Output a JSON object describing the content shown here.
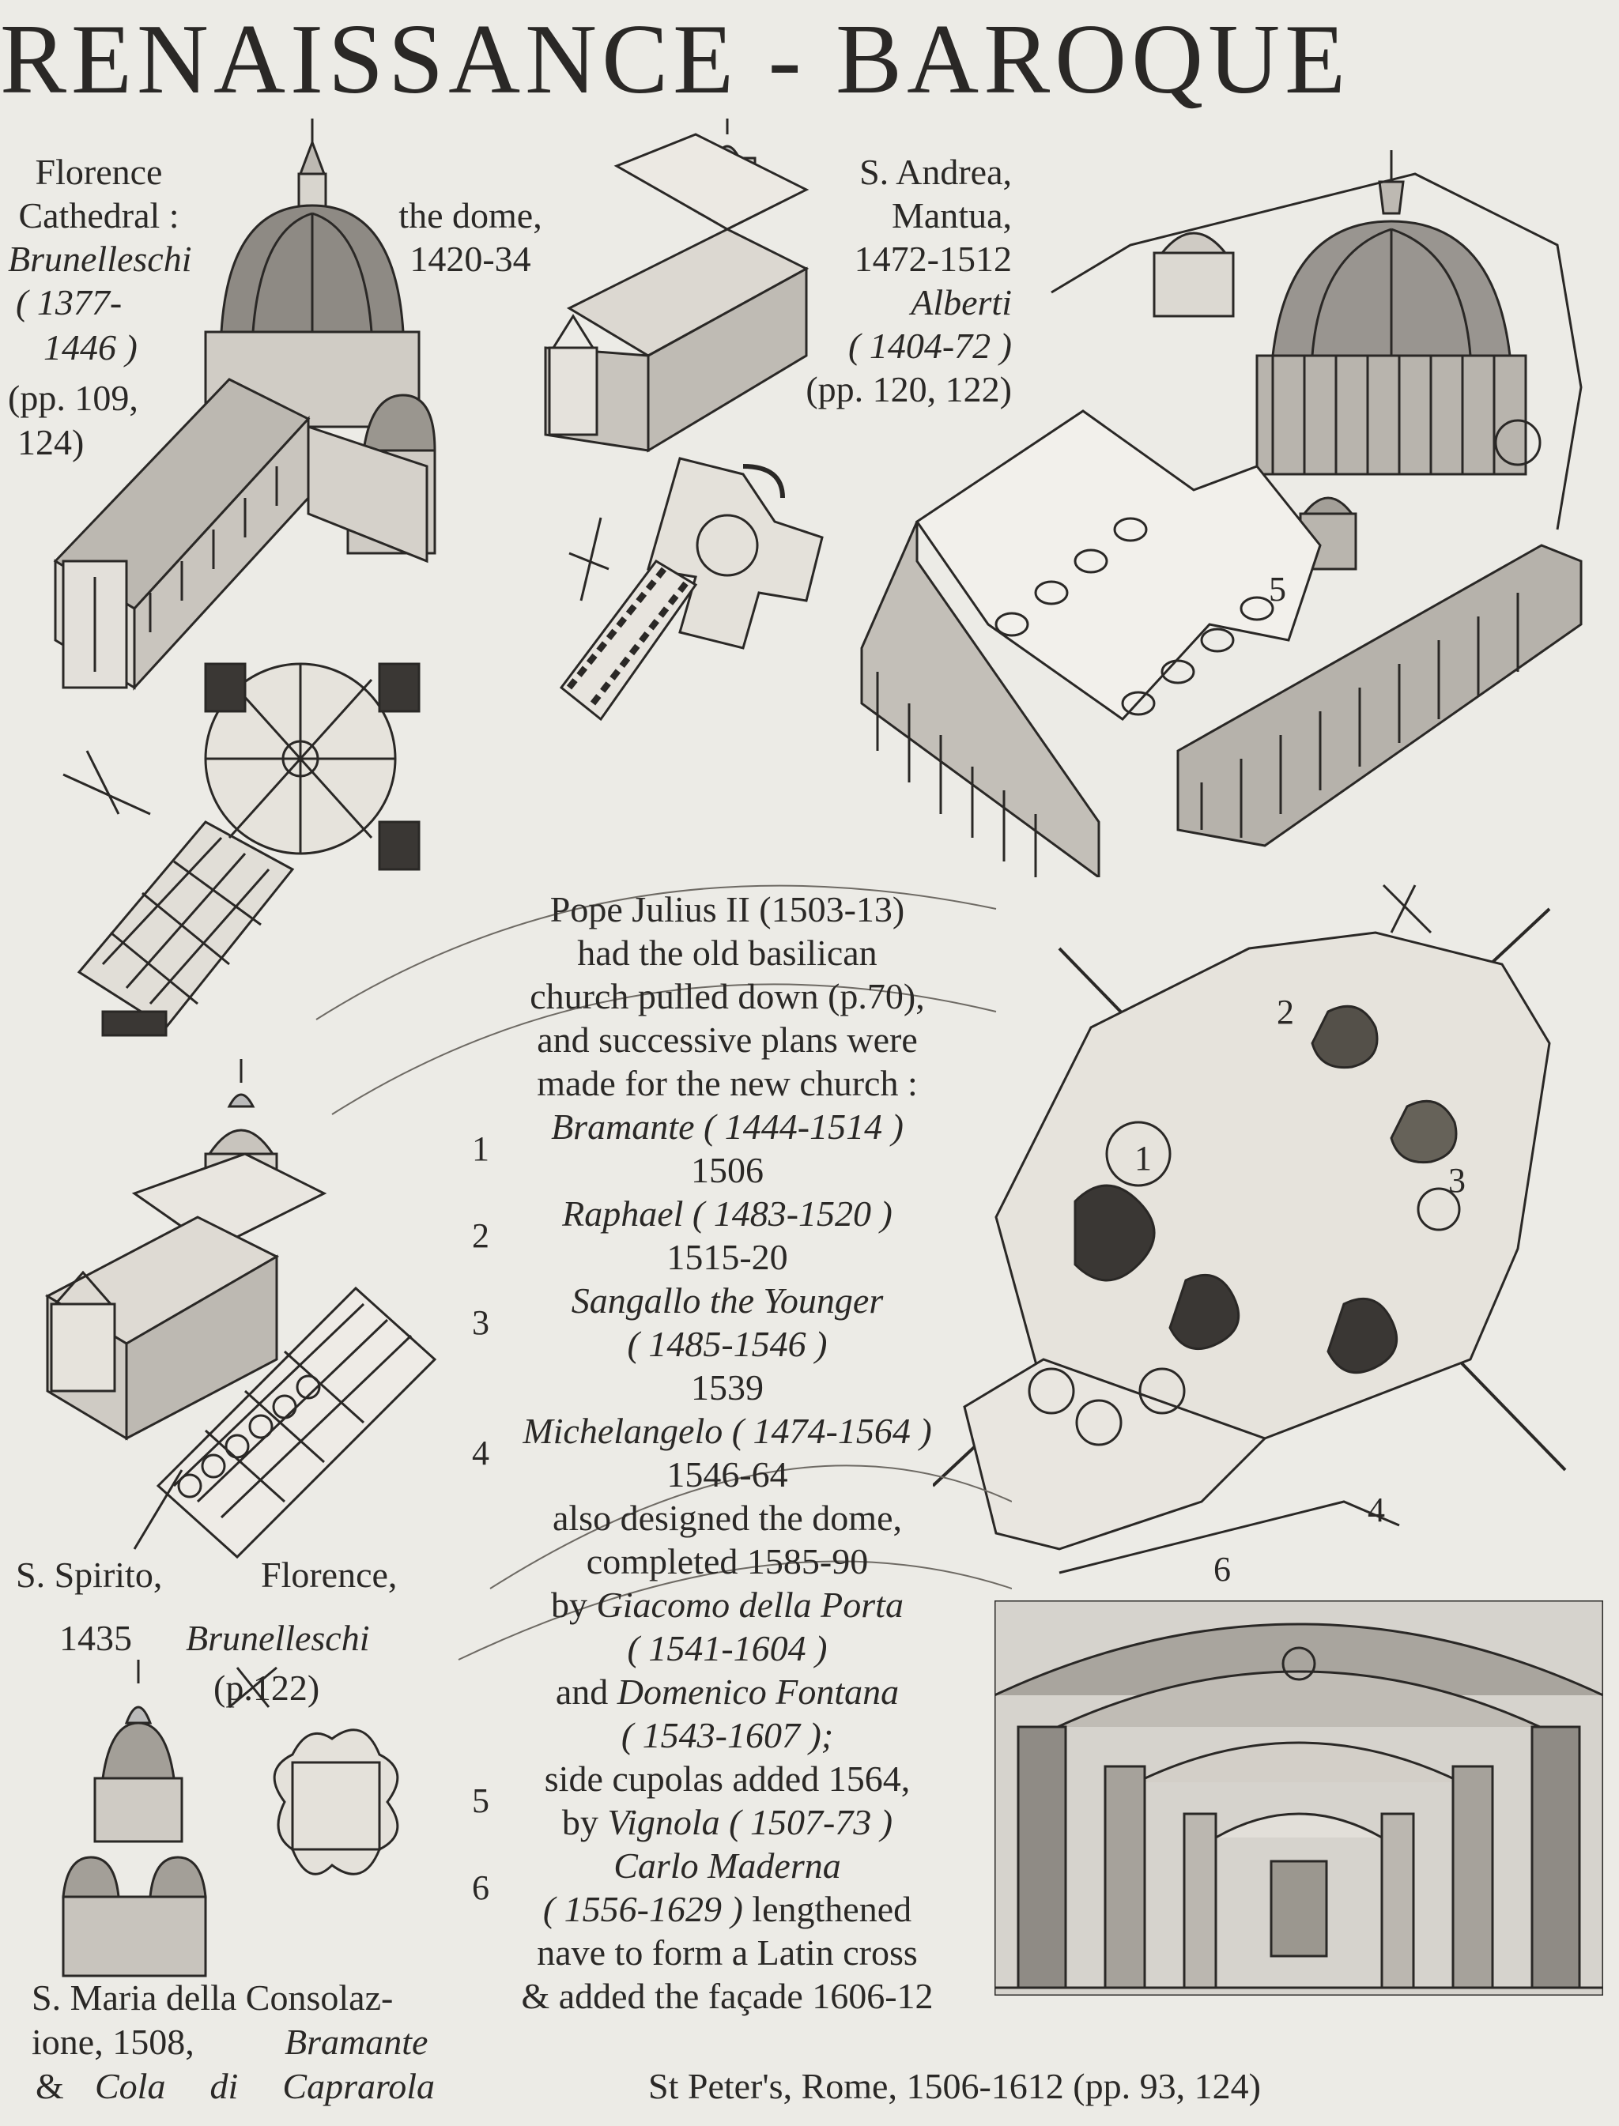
{
  "page_title": "RENAISSANCE - BAROQUE",
  "florence_cathedral": {
    "l1": "Florence",
    "l2": "Cathedral :",
    "architect": "Brunelleschi",
    "dates_a": "( 1377-",
    "dates_b": "1446 )",
    "ref_a": "(pp. 109,",
    "ref_b": "124)",
    "dome_label": "the dome,",
    "dome_dates": "1420-34"
  },
  "s_andrea": {
    "l1": "S. Andrea,",
    "l2": "Mantua,",
    "l3": "1472-1512",
    "architect": "Alberti",
    "dates": "( 1404-72 )",
    "ref": "(pp. 120, 122)"
  },
  "st_peters_text": {
    "l1": "Pope Julius II (1503-13)",
    "l2": "had the old basilican",
    "l3": "church pulled down (p.70),",
    "l4": "and successive plans were",
    "l5": "made for the new church :",
    "n1": "1",
    "a1": "Bramante ( 1444-1514 )",
    "y1": "1506",
    "n2": "2",
    "a2": "Raphael ( 1483-1520 )",
    "y2": "1515-20",
    "n3": "3",
    "a3a": "Sangallo the Younger",
    "a3b": "( 1485-1546 )",
    "y3": "1539",
    "n4": "4",
    "a4": "Michelangelo ( 1474-1564 )",
    "y4": "1546-64",
    "d1": "also designed the dome,",
    "d2": "completed 1585-90",
    "d3_prefix": "by",
    "d3_name": "Giacomo della Porta",
    "d4": "( 1541-1604 )",
    "d5_prefix": "and",
    "d5_name": "Domenico Fontana",
    "d6": "( 1543-1607 );",
    "n5": "5",
    "c1": "side cupolas added 1564,",
    "c2_prefix": "by",
    "c2_name": "Vignola ( 1507-73 )",
    "n6": "6",
    "m1": "Carlo Maderna",
    "m2_dates": "( 1556-1629 )",
    "m2_rest": "lengthened",
    "m3": "nave to form a Latin cross",
    "m4": "& added the façade 1606-12"
  },
  "s_spirito": {
    "l1a": "S. Spirito,",
    "l1b": "Florence,",
    "year": "1435",
    "architect": "Brunelleschi",
    "ref": "(p.122)"
  },
  "consolazione": {
    "l1": "S. Maria della Consolaz-",
    "l2a": "ione, 1508,",
    "l2b": "Bramante",
    "l3a": "&",
    "l3b": "Cola di Caprarola"
  },
  "st_peters_caption": "St Peter's, Rome, 1506-1612 (pp. 93, 124)",
  "plan_numbers": [
    "1",
    "2",
    "3",
    "4",
    "5",
    "6"
  ]
}
